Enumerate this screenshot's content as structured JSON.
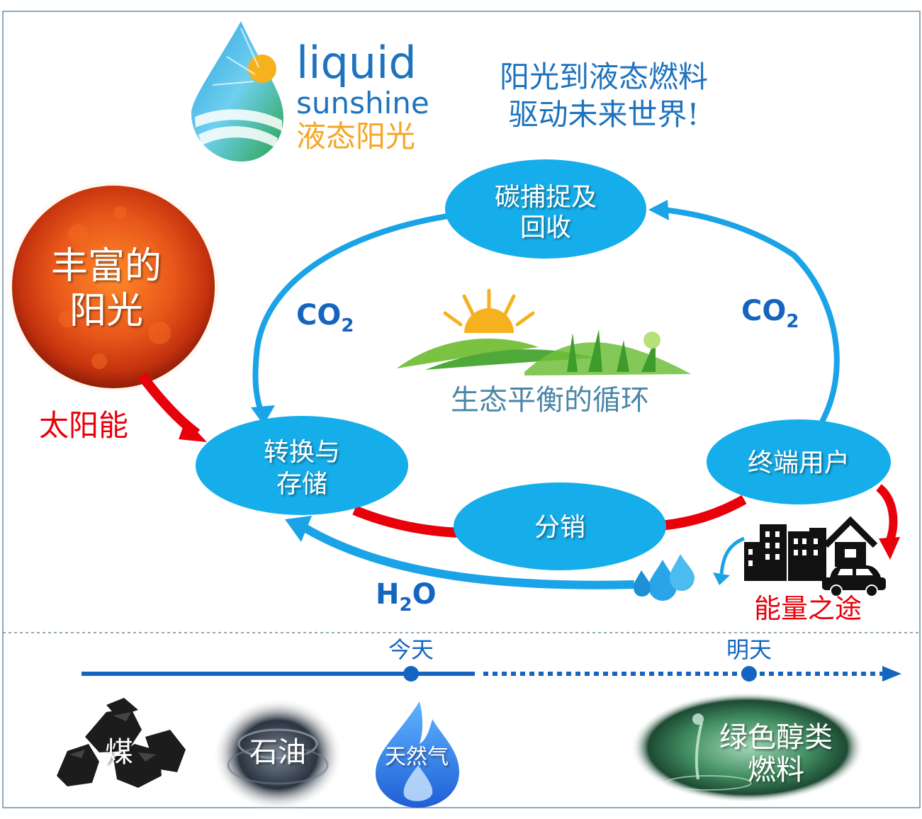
{
  "logo": {
    "word1": "liquid",
    "word2": "sunshine",
    "cn": "液态阳光"
  },
  "slogan": {
    "line1": "阳光到液态燃料",
    "line2": "驱动未来世界!"
  },
  "sun": {
    "line1": "丰富的",
    "line2": "阳光"
  },
  "solar_label": "太阳能",
  "nodes": {
    "capture": {
      "line1": "碳捕捉及",
      "line2": "回收"
    },
    "convert": {
      "line1": "转换与",
      "line2": "存储"
    },
    "distribute": {
      "line1": "分销"
    },
    "enduser": {
      "line1": "终端用户"
    }
  },
  "co2_left": {
    "base": "CO",
    "sub": "2"
  },
  "co2_right": {
    "base": "CO",
    "sub": "2"
  },
  "h2o": {
    "pre": "H",
    "sub": "2",
    "post": "O"
  },
  "center_label": "生态平衡的循环",
  "energy_label": "能量之途",
  "timeline": {
    "today": "今天",
    "tomorrow": "明天"
  },
  "fuels": {
    "coal": "煤",
    "oil": "石油",
    "gas": "天然气",
    "green": {
      "line1": "绿色醇类",
      "line2": "燃料"
    }
  },
  "colors": {
    "cycle_blue": "#1aa3e6",
    "node_blue": "#15aeea",
    "text_blue": "#1565c0",
    "red": "#e8000b",
    "timeline": "#1565c0",
    "logo_blue": "#1e73be",
    "logo_orange": "#f5a623"
  }
}
